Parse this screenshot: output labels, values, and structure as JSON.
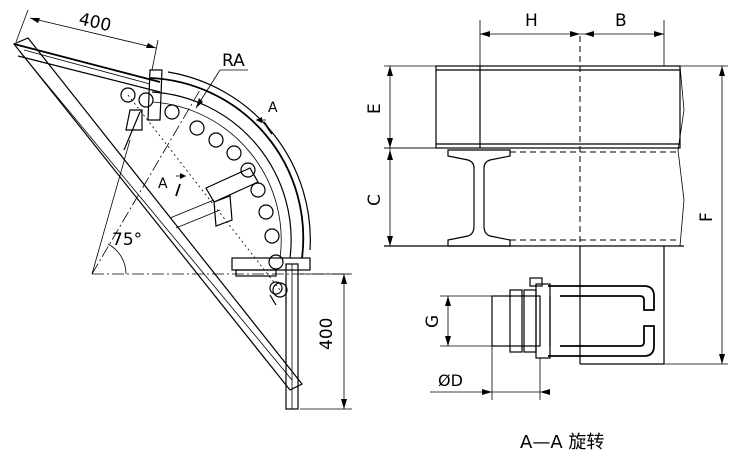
{
  "left_view": {
    "dim_top": "400",
    "dim_right": "400",
    "radius_label": "RA",
    "angle_label": "75°",
    "section_mark_upper": "A",
    "section_mark_lower": "A"
  },
  "right_view": {
    "dim_h": "H",
    "dim_b": "B",
    "dim_e": "E",
    "dim_c": "C",
    "dim_f": "F",
    "dim_g": "G",
    "dim_d": "ØD"
  },
  "caption": "A—A 旋转"
}
